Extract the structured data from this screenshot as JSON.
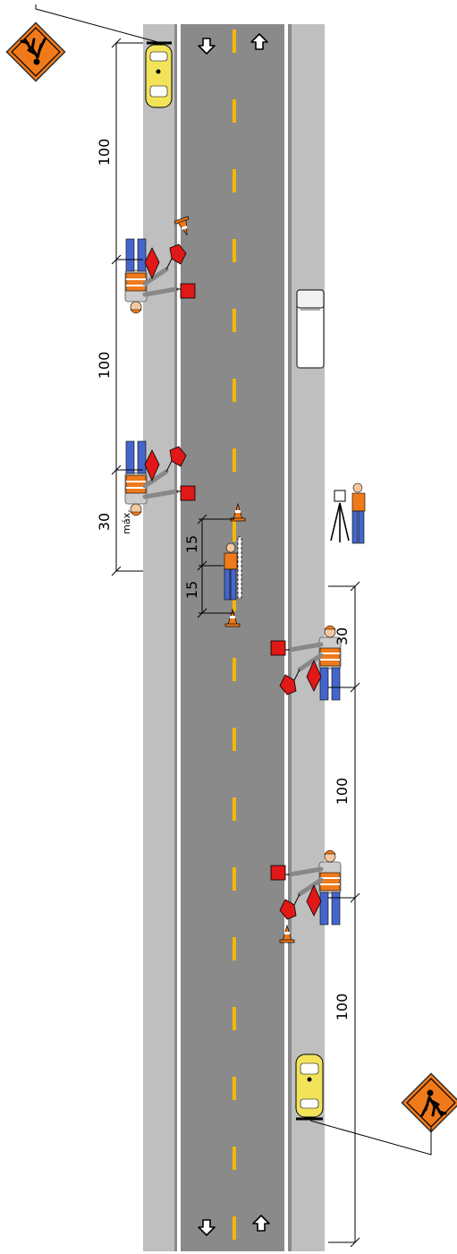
{
  "dimensions": {
    "left_upper": "100",
    "left_middle": "100",
    "left_lower": "30",
    "left_max_note": "máx.",
    "surveyor_upper": "15",
    "surveyor_lower": "15",
    "right_upper": "30",
    "right_middle": "100",
    "right_lower": "100"
  },
  "colors": {
    "road": "#8a8a8a",
    "shoulder": "#bfbfbf",
    "edge_line": "#ffffff",
    "center_line": "#f5b800",
    "sign": "#f07a1a",
    "worker_vest": "#f07a1a",
    "worker_pants": "#4466cc",
    "flag": "#e01818",
    "car": "#f2e35a",
    "truck": "#ffffff"
  },
  "icons": {
    "direction_arrows": "arrow-icon",
    "signs": "men-at-work-sign-icon",
    "cones": "traffic-cone-icon",
    "flaggers": "flagger-worker-icon",
    "surveyor": "surveyor-tripod-icon"
  }
}
